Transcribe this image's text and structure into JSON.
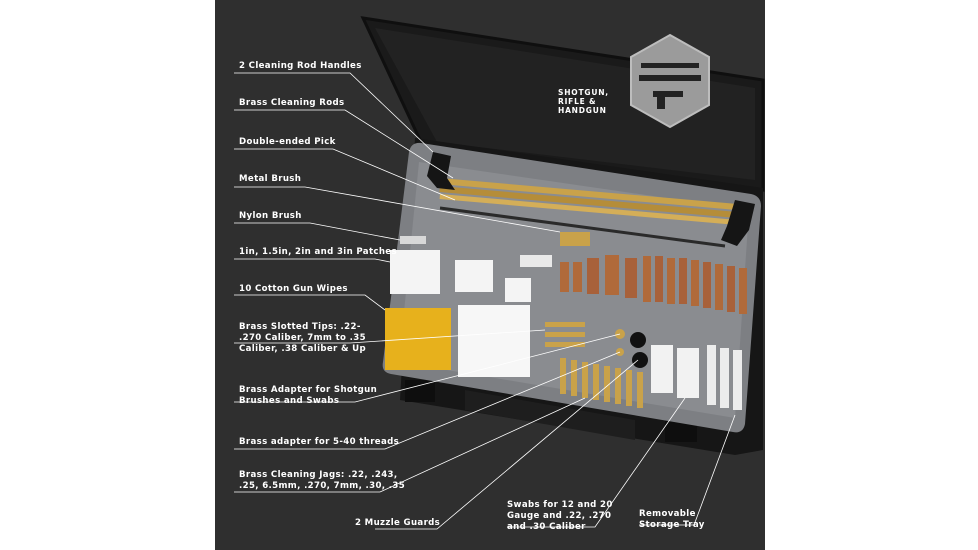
{
  "badge": {
    "text": "SHOTGUN,\nRIFLE &\nHANDGUN",
    "icon": "shotgun-rifle-handgun-icon"
  },
  "callouts": [
    {
      "id": "rod-handles",
      "text": "2 Cleaning Rod Handles"
    },
    {
      "id": "cleaning-rods",
      "text": "Brass Cleaning Rods"
    },
    {
      "id": "pick",
      "text": "Double-ended Pick"
    },
    {
      "id": "metal-brush",
      "text": "Metal Brush"
    },
    {
      "id": "nylon-brush",
      "text": "Nylon Brush"
    },
    {
      "id": "patches",
      "text": "1in, 1.5in, 2in and 3in Patches"
    },
    {
      "id": "wipes",
      "text": "10 Cotton Gun Wipes"
    },
    {
      "id": "slotted-tips",
      "text": "Brass Slotted Tips: .22-\n.270 Caliber, 7mm to .35\nCaliber, .38 Caliber & Up"
    },
    {
      "id": "shotgun-adapter",
      "text": "Brass Adapter for Shotgun\nBrushes and Swabs"
    },
    {
      "id": "thread-adapter",
      "text": "Brass adapter for 5-40 threads"
    },
    {
      "id": "jags",
      "text": "Brass Cleaning Jags: .22, .243,\n.25, 6.5mm, .270, 7mm, .30, .35"
    },
    {
      "id": "muzzle-guards",
      "text": "2 Muzzle Guards"
    },
    {
      "id": "swabs",
      "text": "Swabs for 12 and 20\nGauge and .22, .270\nand .30 Caliber"
    },
    {
      "id": "tray",
      "text": "Removable\nStorage Tray"
    }
  ],
  "colors": {
    "background": "#2f2f2f",
    "case": "#1c1c1c",
    "tray": "#7d7f83",
    "brass": "#c9a24a",
    "bronze": "#b06a3a",
    "wipes": "#e7b11c",
    "text": "#ffffff"
  }
}
